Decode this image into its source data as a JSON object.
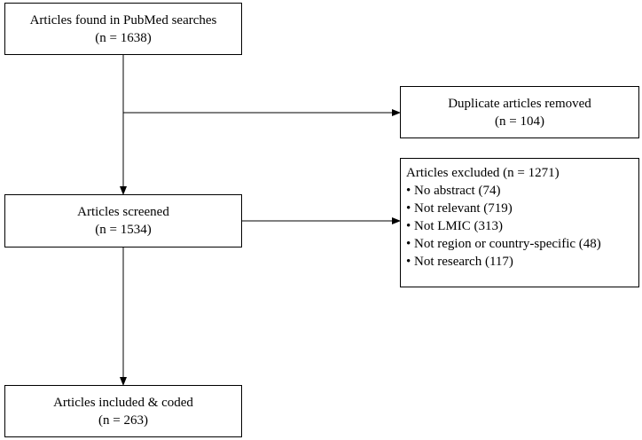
{
  "boxes": {
    "found": {
      "title": "Articles found in PubMed searches",
      "count": "(n = 1638)"
    },
    "duplicates": {
      "title": "Duplicate articles removed",
      "count": "(n = 104)"
    },
    "screened": {
      "title": "Articles screened",
      "count": "(n = 1534)"
    },
    "excluded": {
      "title": "Articles excluded (n = 1271)",
      "reasons": [
        "• No abstract (74)",
        "• Not relevant (719)",
        "• Not LMIC (313)",
        "• Not region or country-specific (48)",
        "• Not research (117)"
      ]
    },
    "included": {
      "title": "Articles included & coded",
      "count": "(n = 263)"
    }
  }
}
